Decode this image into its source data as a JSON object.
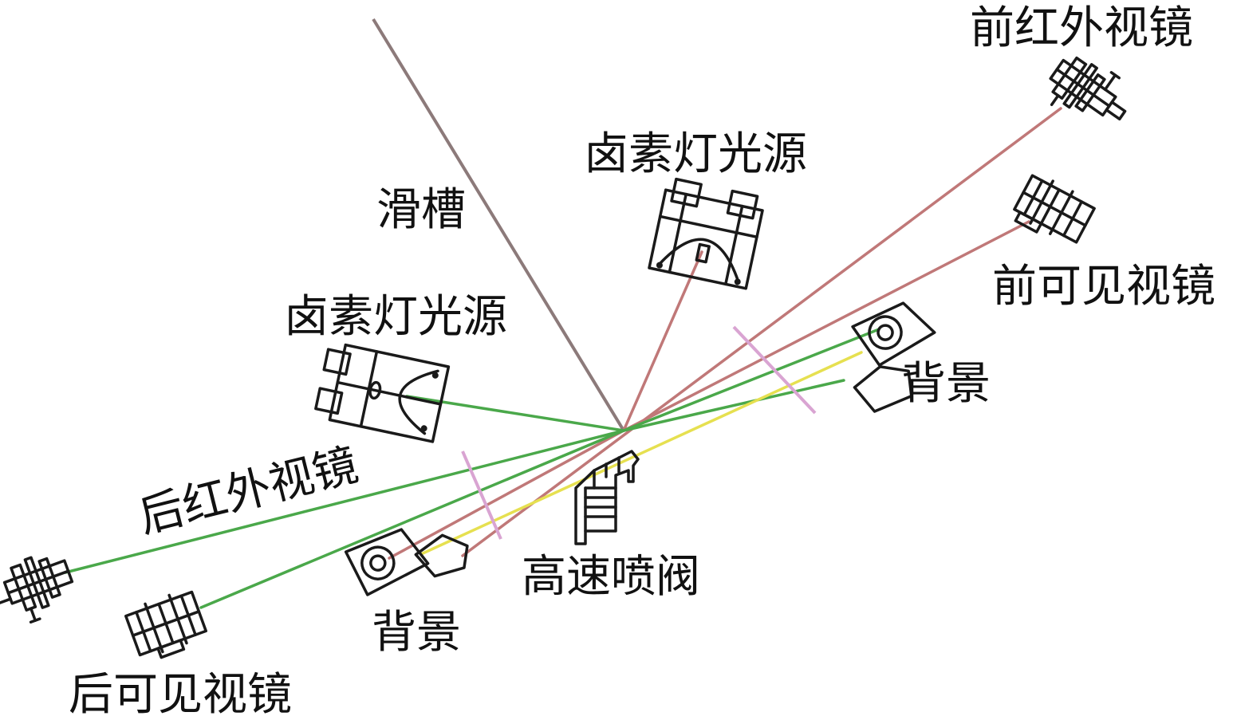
{
  "labels": {
    "front_ir_lens": "前红外视镜",
    "front_visible_lens": "前可见视镜",
    "halogen_source_top": "卤素灯光源",
    "halogen_source_left": "卤素灯光源",
    "slide_groove": "滑槽",
    "background_right": "背景",
    "background_left": "背景",
    "rear_ir_lens": "后红外视镜",
    "rear_visible_lens": "后可见视镜",
    "high_speed_valve": "高速喷阀"
  },
  "colors": {
    "ray_red": "#c07878",
    "ray_green": "#4aa84a",
    "ray_yellow": "#e6e050",
    "slide_line": "#8c7a7a",
    "aperture_pink": "#d9a4d2",
    "device_stroke": "#1a1a1a"
  }
}
